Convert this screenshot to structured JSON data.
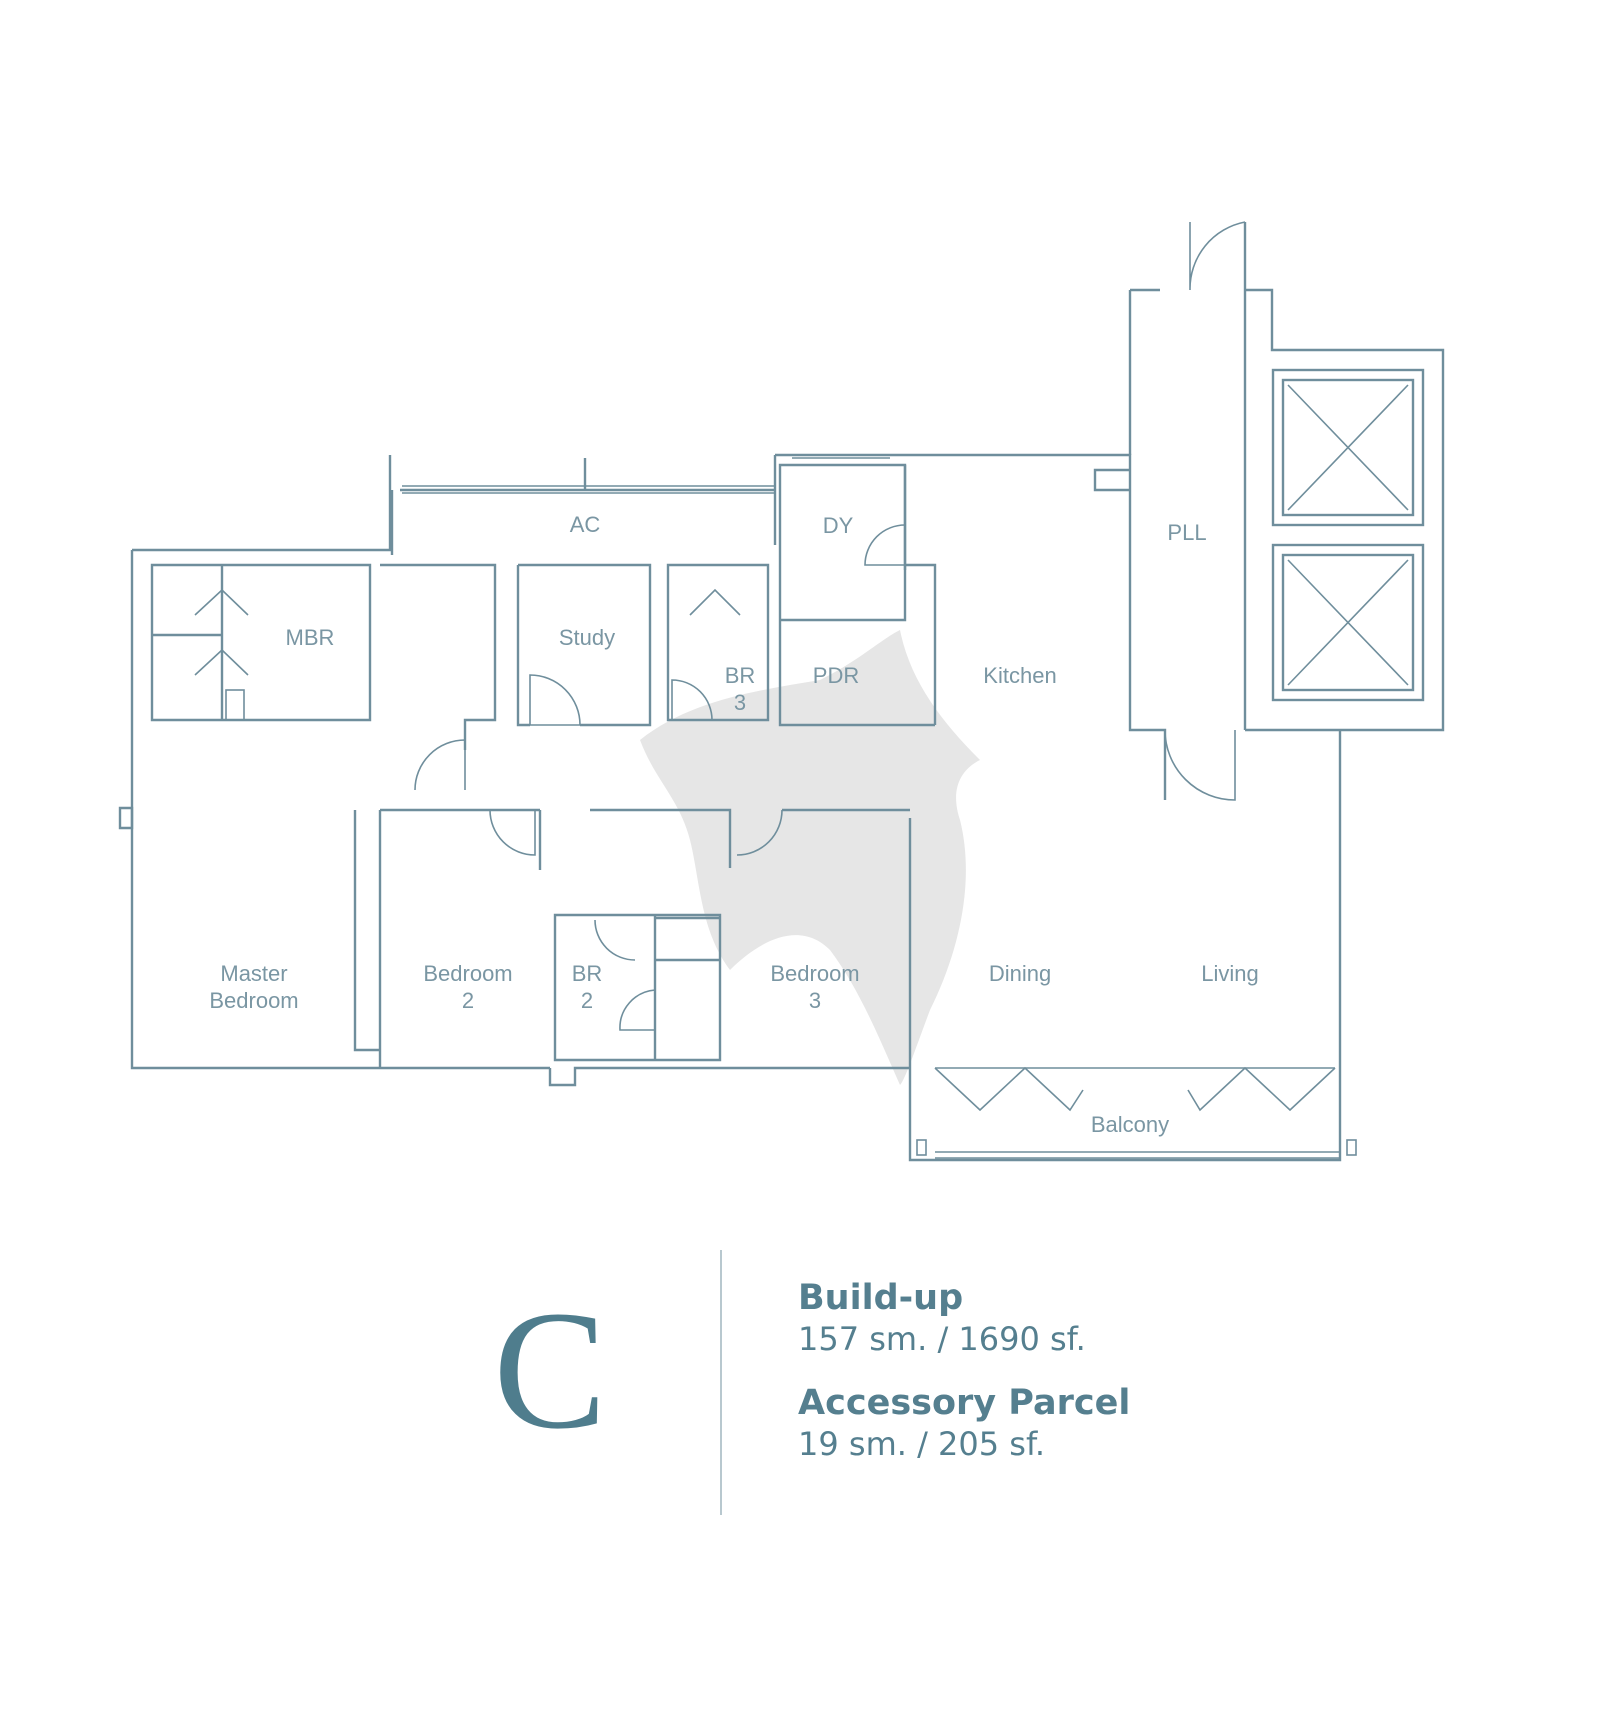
{
  "rooms": {
    "ac": "AC",
    "dy": "DY",
    "pll": "PLL",
    "mbr": "MBR",
    "study": "Study",
    "br3_a": "BR",
    "br3_b": "3",
    "pdr": "PDR",
    "kitchen": "Kitchen",
    "master_a": "Master",
    "master_b": "Bedroom",
    "bed2_a": "Bedroom",
    "bed2_b": "2",
    "br2_a": "BR",
    "br2_b": "2",
    "bed3_a": "Bedroom",
    "bed3_b": "3",
    "dining": "Dining",
    "living": "Living",
    "balcony": "Balcony"
  },
  "unit": {
    "letter": "C",
    "buildup_label": "Build-up",
    "buildup_value": "157 sm. / 1690 sf.",
    "parcel_label": "Accessory Parcel",
    "parcel_value": "19 sm. / 205 sf."
  },
  "colors": {
    "line": "#6f8e9c",
    "heading": "#557f8f",
    "watermark": "#e4e4e4"
  }
}
